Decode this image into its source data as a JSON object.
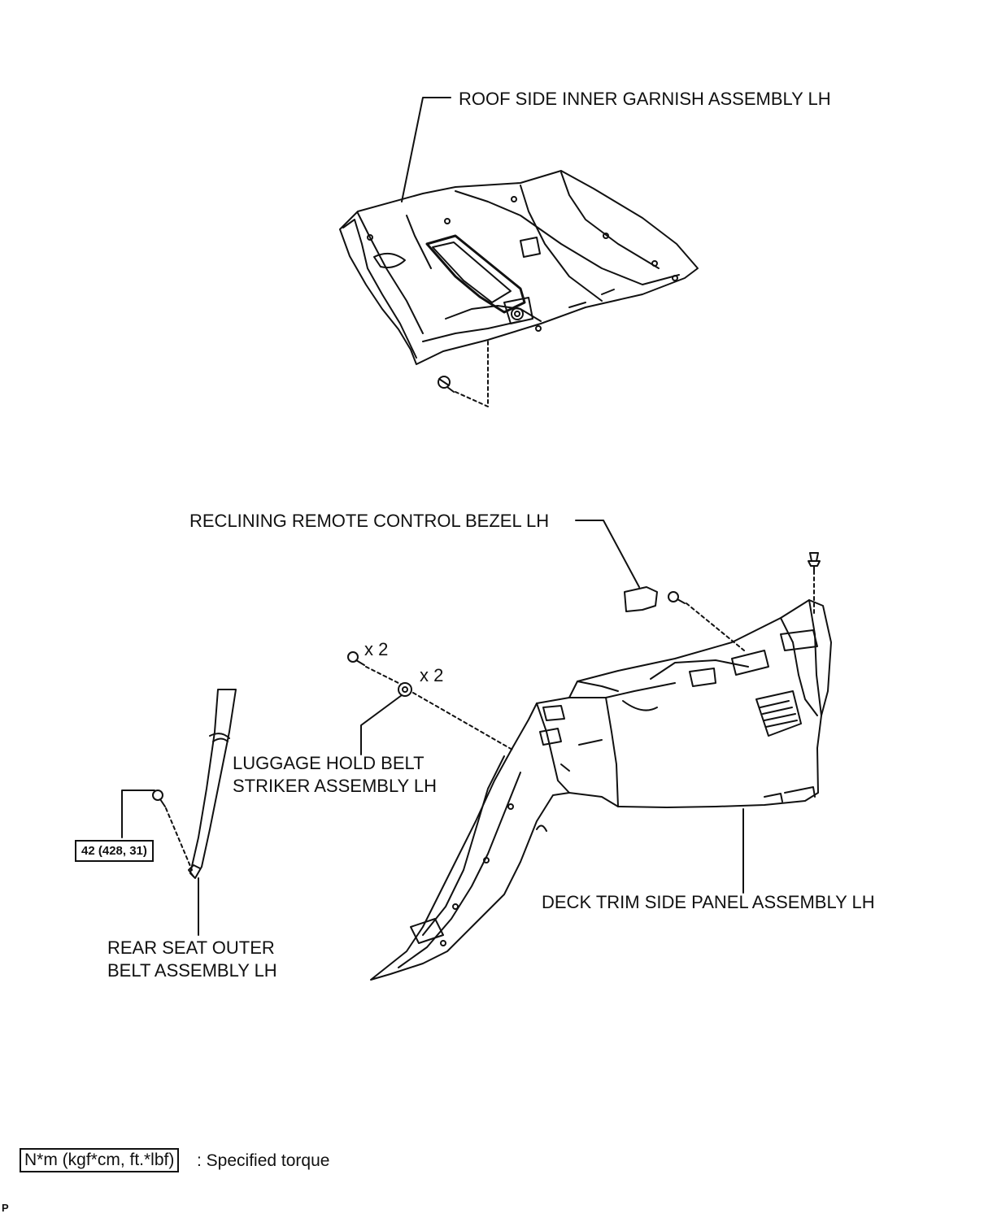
{
  "labels": {
    "roof_garnish": "ROOF SIDE INNER GARNISH ASSEMBLY LH",
    "bezel": "RECLINING REMOTE CONTROL BEZEL LH",
    "striker_line1": "LUGGAGE HOLD BELT",
    "striker_line2": "STRIKER ASSEMBLY LH",
    "deck_panel": "DECK TRIM SIDE PANEL ASSEMBLY LH",
    "seat_belt_line1": "REAR SEAT OUTER",
    "seat_belt_line2": "BELT ASSEMBLY LH"
  },
  "quantities": {
    "clip_qty": "x 2",
    "striker_qty": "x 2"
  },
  "torque": {
    "value": "42 (428, 31)"
  },
  "legend": {
    "units": "N*m (kgf*cm, ft.*lbf)",
    "description": ": Specified torque"
  },
  "footer": {
    "code": "P"
  }
}
